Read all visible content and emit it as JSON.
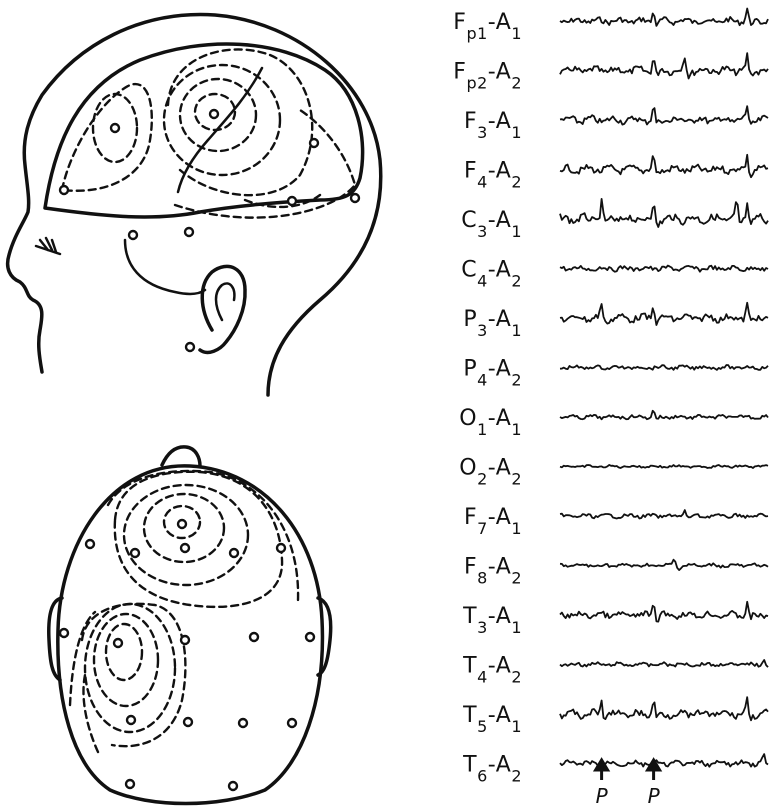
{
  "figure": {
    "leads": [
      {
        "label": "Fp1-A1",
        "main": "F",
        "sub1": "p1",
        "mid": "-A",
        "sub2": "1",
        "amp": 5,
        "spikes": [
          0.45,
          0.9
        ]
      },
      {
        "label": "Fp2-A2",
        "main": "F",
        "sub1": "p2",
        "mid": "-A",
        "sub2": "2",
        "amp": 6,
        "spikes": [
          0.45,
          0.6,
          0.9
        ]
      },
      {
        "label": "F3-A1",
        "main": "F",
        "sub1": "3",
        "mid": "-A",
        "sub2": "1",
        "amp": 6,
        "spikes": [
          0.45,
          0.9
        ]
      },
      {
        "label": "F4-A2",
        "main": "F",
        "sub1": "4",
        "mid": "-A",
        "sub2": "2",
        "amp": 6,
        "spikes": [
          0.45,
          0.9
        ]
      },
      {
        "label": "C3-A1",
        "main": "C",
        "sub1": "3",
        "mid": "-A",
        "sub2": "1",
        "amp": 7,
        "spikes": [
          0.2,
          0.45,
          0.85,
          0.9
        ]
      },
      {
        "label": "C4-A2",
        "main": "C",
        "sub1": "4",
        "mid": "-A",
        "sub2": "2",
        "amp": 4,
        "spikes": []
      },
      {
        "label": "P3-A1",
        "main": "P",
        "sub1": "3",
        "mid": "-A",
        "sub2": "1",
        "amp": 6,
        "spikes": [
          0.2,
          0.45,
          0.9
        ]
      },
      {
        "label": "P4-A2",
        "main": "P",
        "sub1": "4",
        "mid": "-A",
        "sub2": "2",
        "amp": 3,
        "spikes": []
      },
      {
        "label": "O1-A1",
        "main": "O",
        "sub1": "1",
        "mid": "-A",
        "sub2": "1",
        "amp": 3,
        "spikes": [
          0.45
        ]
      },
      {
        "label": "O2-A2",
        "main": "O",
        "sub1": "2",
        "mid": "-A",
        "sub2": "2",
        "amp": 2,
        "spikes": []
      },
      {
        "label": "F7-A1",
        "main": "F",
        "sub1": "7",
        "mid": "-A",
        "sub2": "1",
        "amp": 3,
        "spikes": [
          0.6
        ]
      },
      {
        "label": "F8-A2",
        "main": "F",
        "sub1": "8",
        "mid": "-A",
        "sub2": "2",
        "amp": 3,
        "spikes": [
          0.55
        ]
      },
      {
        "label": "T3-A1",
        "main": "T",
        "sub1": "3",
        "mid": "-A",
        "sub2": "1",
        "amp": 5,
        "spikes": [
          0.45,
          0.9
        ]
      },
      {
        "label": "T4-A2",
        "main": "T",
        "sub1": "4",
        "mid": "-A",
        "sub2": "2",
        "amp": 3,
        "spikes": [
          0.98
        ]
      },
      {
        "label": "T5-A1",
        "main": "T",
        "sub1": "5",
        "mid": "-A",
        "sub2": "1",
        "amp": 6,
        "spikes": [
          0.2,
          0.45,
          0.9
        ]
      },
      {
        "label": "T6-A2",
        "main": "T",
        "sub1": "6",
        "mid": "-A",
        "sub2": "2",
        "amp": 4,
        "spikes": [
          0.98
        ]
      }
    ],
    "markers": [
      "P",
      "P"
    ],
    "marker_positions": [
      0.2,
      0.45
    ],
    "colors": {
      "ink": "#111111",
      "paper": "#ffffff"
    }
  }
}
